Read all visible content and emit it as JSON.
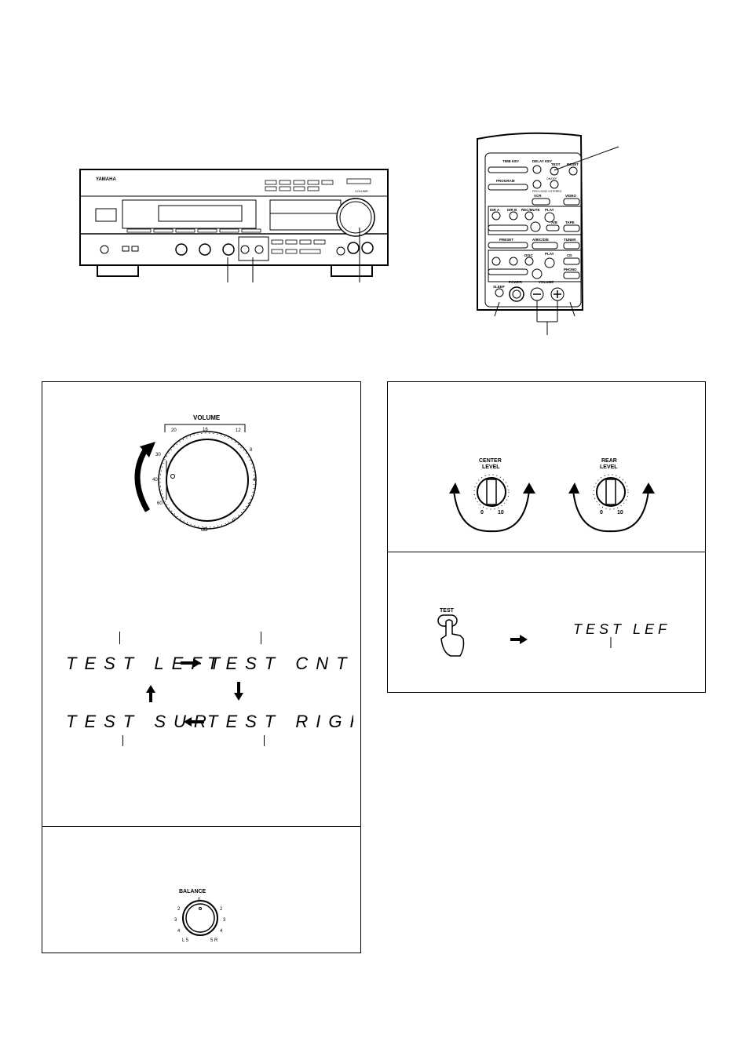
{
  "receiver": {
    "brand": "YAMAHA",
    "volume_label": "VOLUME"
  },
  "remote": {
    "buttons": {
      "time_key": "TIME KEY",
      "delay_key": "DELAY KEY",
      "test": "TEST",
      "reset": "RESET",
      "onoff": "ON/OFF",
      "program": "PROGRAM",
      "prologic": "PRO LOGIC",
      "dd": "3 STEREO",
      "vcr": "VCR",
      "video": "VIDEO",
      "dir_a": "DIR A",
      "dir_b": "DIR B",
      "rec_mute": "REC/MUTE",
      "play": "PLAY",
      "ab": "A/B",
      "tape": "TAPE",
      "preset": "PRESET",
      "abcde": "A/B/C/D/E",
      "tuner": "TUNER",
      "disc": "DISC",
      "cd": "CD",
      "phono": "PHONO",
      "sleep": "SLEEP",
      "power": "POWER",
      "volume": "VOLUME"
    }
  },
  "volume_panel": {
    "title": "VOLUME",
    "scale": [
      "20",
      "16",
      "12",
      "8",
      "4",
      "2",
      "0",
      "30",
      "40",
      "60",
      "dB"
    ]
  },
  "sequence": {
    "left": "TEST LEFT",
    "center": "TEST CNTR",
    "surround": "TEST SUR",
    "right": "TEST RIGHT"
  },
  "balance": {
    "title": "BALANCE",
    "top": "0",
    "left_nums": [
      "2",
      "3",
      "4"
    ],
    "right_nums": [
      "2",
      "3",
      "4"
    ],
    "bottom_left": "L 5",
    "bottom_right": "5 R"
  },
  "level_panel": {
    "center_title_1": "CENTER",
    "center_title_2": "LEVEL",
    "rear_title_1": "REAR",
    "rear_title_2": "LEVEL",
    "min": "0",
    "max": "10"
  },
  "test_panel": {
    "button_label": "TEST",
    "display": "TEST LEFT"
  }
}
